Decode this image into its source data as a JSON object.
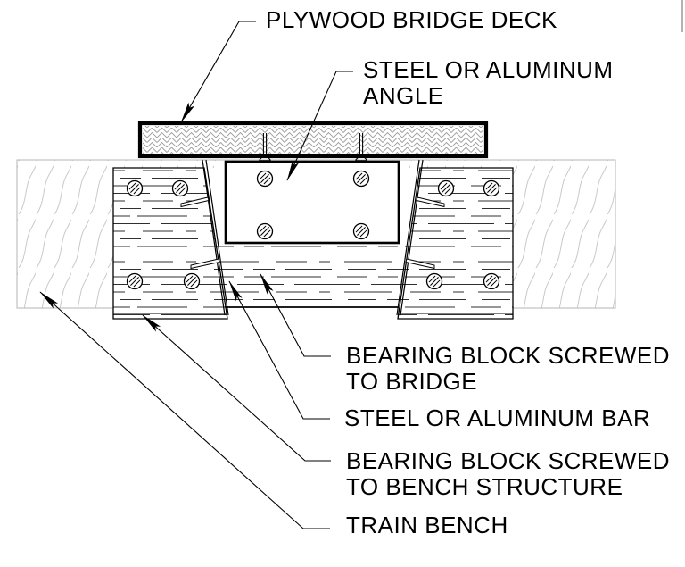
{
  "window": {
    "background": "#ffffff",
    "scrollbar_color": "#b3b3b3"
  },
  "diagram": {
    "type": "technical-section-detail",
    "line_color": "#000000",
    "hatch_colors": {
      "plywood_hatch": "#9b9b9b",
      "bench_wood_grain": "#c9c9c9",
      "block_grain": "#2f2f2f"
    },
    "labels": {
      "plywood_deck": "PLYWOOD BRIDGE DECK",
      "steel_angle": {
        "line1": "STEEL OR ALUMINUM",
        "line2": "ANGLE"
      },
      "bearing_block_bridge": {
        "line1": "BEARING BLOCK SCREWED",
        "line2": "TO BRIDGE"
      },
      "steel_bar": "STEEL OR ALUMINUM BAR",
      "bearing_block_bench": {
        "line1": "BEARING BLOCK SCREWED",
        "line2": "TO BENCH STRUCTURE"
      },
      "train_bench": "TRAIN BENCH"
    }
  }
}
